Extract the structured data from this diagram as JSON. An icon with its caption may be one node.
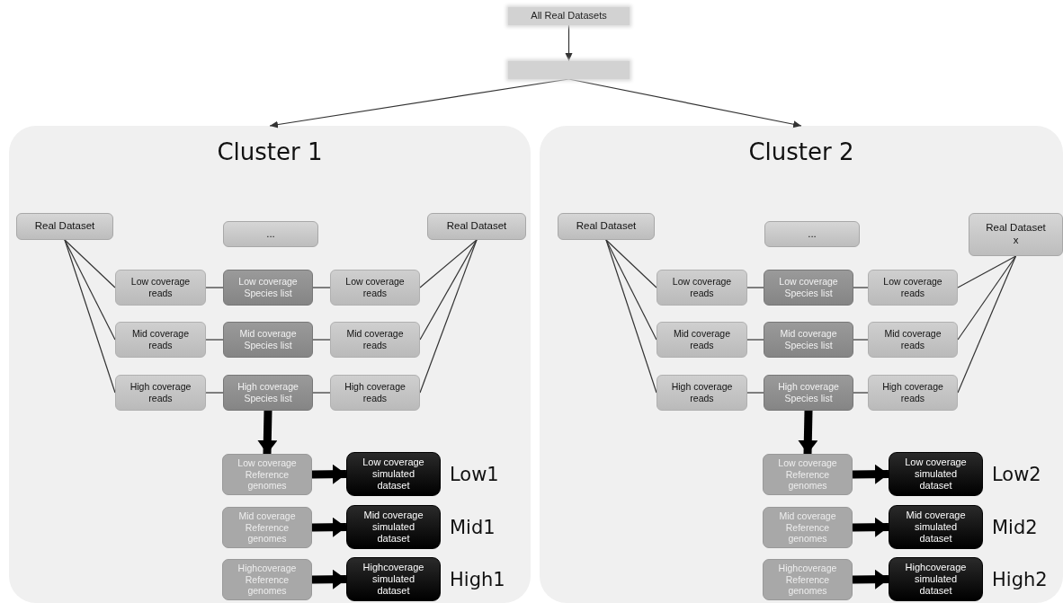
{
  "diagram": {
    "nodes": [
      {
        "text": [
          "All Real Datasets"
        ]
      },
      {
        "text": [],
        "shape": "box"
      },
      {
        "text": [
          "Cluster 1"
        ]
      },
      {
        "text": [
          "Real Dataset"
        ],
        "in": 2
      },
      {
        "text": [
          "..."
        ],
        "in": 2
      },
      {
        "text": [
          "Real Dataset"
        ],
        "in": 2
      },
      {
        "text": [
          "Low coverage reads"
        ],
        "in": 2
      },
      {
        "text": [
          "Low coverage Species list"
        ],
        "in": 2
      },
      {
        "text": [
          "Low coverage reads"
        ],
        "in": 2
      },
      {
        "text": [
          "Mid coverage reads"
        ],
        "in": 2
      },
      {
        "text": [
          "Mid coverage Species list"
        ],
        "in": 2
      },
      {
        "text": [
          "Mid coverage reads"
        ],
        "in": 2
      },
      {
        "text": [
          "High coverage reads"
        ],
        "in": 2
      },
      {
        "text": [
          "High coverage Species list"
        ],
        "in": 2
      },
      {
        "text": [
          "High coverage reads"
        ],
        "in": 2
      },
      {
        "text": [
          "Low coverage Reference genomes"
        ],
        "in": 2
      },
      {
        "text": [
          "Low coverage simulated dataset"
        ],
        "in": 2,
        "beside": [
          "Low1"
        ]
      },
      {
        "text": [
          "Mid coverage Reference genomes"
        ],
        "in": 2
      },
      {
        "text": [
          "Mid coverage simulated dataset"
        ],
        "in": 2,
        "beside": [
          "Mid1"
        ]
      },
      {
        "text": [
          "Highcoverage Reference genomes"
        ],
        "in": 2
      },
      {
        "text": [
          "Highcoverage simulated dataset"
        ],
        "in": 2,
        "beside": [
          "High1"
        ]
      },
      {
        "text": [
          "Cluster 2"
        ]
      },
      {
        "text": [
          "Real Dataset"
        ],
        "in": 21
      },
      {
        "text": [
          "..."
        ],
        "in": 21
      },
      {
        "text": [
          "Real Dataset x"
        ],
        "in": 21
      },
      {
        "text": [
          "Low coverage reads"
        ],
        "in": 21
      },
      {
        "text": [
          "Low coverage Species list"
        ],
        "in": 21
      },
      {
        "text": [
          "Low coverage reads"
        ],
        "in": 21
      },
      {
        "text": [
          "Mid coverage reads"
        ],
        "in": 21
      },
      {
        "text": [
          "Mid coverage Species list"
        ],
        "in": 21
      },
      {
        "text": [
          "Mid coverage reads"
        ],
        "in": 21
      },
      {
        "text": [
          "High coverage reads"
        ],
        "in": 21
      },
      {
        "text": [
          "High coverage Species list"
        ],
        "in": 21
      },
      {
        "text": [
          "High coverage reads"
        ],
        "in": 21
      },
      {
        "text": [
          "Low coverage Reference genomes"
        ],
        "in": 21
      },
      {
        "text": [
          "Low coverage simulated dataset"
        ],
        "in": 21,
        "beside": [
          "Low2"
        ]
      },
      {
        "text": [
          "Mid coverage Reference genomes"
        ],
        "in": 21
      },
      {
        "text": [
          "Mid coverage simulated dataset"
        ],
        "in": 21,
        "beside": [
          "Mid2"
        ]
      },
      {
        "text": [
          "Highcoverage Reference genomes"
        ],
        "in": 21
      },
      {
        "text": [
          "Highcoverage simulated dataset"
        ],
        "in": 21,
        "beside": [
          "High2"
        ]
      }
    ],
    "edges": [
      {
        "from": 0,
        "to": 1,
        "arrow": "to"
      },
      {
        "from": 1,
        "to": 2,
        "arrow": "to"
      },
      {
        "from": 1,
        "to": 21,
        "arrow": "to"
      },
      {
        "from": 3,
        "to": 6,
        "arrow": "none"
      },
      {
        "from": 3,
        "to": 9,
        "arrow": "none"
      },
      {
        "from": 3,
        "to": 12,
        "arrow": "none"
      },
      {
        "from": 6,
        "to": 7,
        "arrow": "none"
      },
      {
        "from": 7,
        "to": 8,
        "arrow": "none"
      },
      {
        "from": 9,
        "to": 10,
        "arrow": "none"
      },
      {
        "from": 10,
        "to": 11,
        "arrow": "none"
      },
      {
        "from": 12,
        "to": 13,
        "arrow": "none"
      },
      {
        "from": 13,
        "to": 14,
        "arrow": "none"
      },
      {
        "from": 5,
        "to": 8,
        "arrow": "none"
      },
      {
        "from": 5,
        "to": 11,
        "arrow": "none"
      },
      {
        "from": 5,
        "to": 14,
        "arrow": "none"
      },
      {
        "from": 13,
        "to": 15,
        "arrow": "to",
        "style": "thick"
      },
      {
        "from": 15,
        "to": 16,
        "arrow": "to",
        "style": "thick"
      },
      {
        "from": 17,
        "to": 18,
        "arrow": "to",
        "style": "thick"
      },
      {
        "from": 19,
        "to": 20,
        "arrow": "to",
        "style": "thick"
      },
      {
        "from": 22,
        "to": 25,
        "arrow": "none"
      },
      {
        "from": 22,
        "to": 28,
        "arrow": "none"
      },
      {
        "from": 22,
        "to": 31,
        "arrow": "none"
      },
      {
        "from": 25,
        "to": 26,
        "arrow": "none"
      },
      {
        "from": 26,
        "to": 27,
        "arrow": "none"
      },
      {
        "from": 28,
        "to": 29,
        "arrow": "none"
      },
      {
        "from": 29,
        "to": 30,
        "arrow": "none"
      },
      {
        "from": 31,
        "to": 32,
        "arrow": "none"
      },
      {
        "from": 32,
        "to": 33,
        "arrow": "none"
      },
      {
        "from": 24,
        "to": 27,
        "arrow": "none"
      },
      {
        "from": 24,
        "to": 30,
        "arrow": "none"
      },
      {
        "from": 24,
        "to": 33,
        "arrow": "none"
      },
      {
        "from": 32,
        "to": 34,
        "arrow": "to",
        "style": "thick"
      },
      {
        "from": 34,
        "to": 35,
        "arrow": "to",
        "style": "thick"
      },
      {
        "from": 36,
        "to": 37,
        "arrow": "to",
        "style": "thick"
      },
      {
        "from": 38,
        "to": 39,
        "arrow": "to",
        "style": "thick"
      }
    ]
  }
}
